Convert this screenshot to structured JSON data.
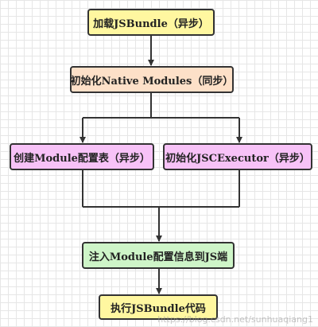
{
  "diagram": {
    "nodes": {
      "load_bundle": "加载JSBundle（异步）",
      "init_native_modules": "初始化Native Modules（同步）",
      "create_module_config": "创建Module配置表（异步）",
      "init_jsc_executor": "初始化JSCExecutor（异步）",
      "inject_module_config": "注入Module配置信息到JS端",
      "execute_bundle": "执行JSBundle代码"
    },
    "watermark": "https://blog.csdn.net/sunhuaqiang1"
  }
}
